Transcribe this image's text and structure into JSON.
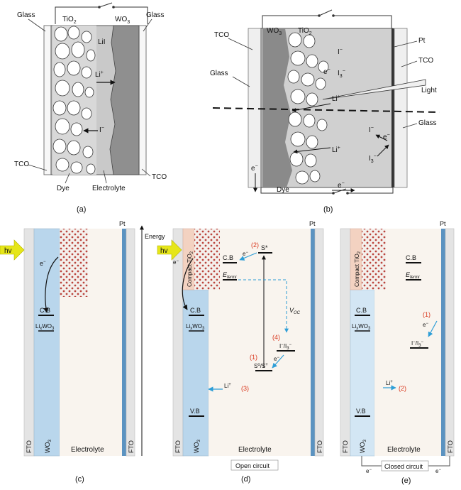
{
  "panel_a": {
    "caption": "(a)",
    "glass_left": "Glass",
    "glass_right": "Glass",
    "tio2": "TiO",
    "tio2_sub": "2",
    "wo3": "WO",
    "wo3_sub": "3",
    "lii": "LiI",
    "li_plus": "Li",
    "li_plus_sup": "+",
    "i_minus": "I",
    "i_minus_sup": "−",
    "tco_left": "TCO",
    "tco_right": "TCO",
    "dye": "Dye",
    "electrolyte": "Electrolyte"
  },
  "panel_b": {
    "caption": "(b)",
    "tco_top": "TCO",
    "wo3": "WO",
    "wo3_sub": "3",
    "tio2": "TiO",
    "tio2_sub": "2",
    "pt": "Pt",
    "tco_right": "TCO",
    "glass_left": "Glass",
    "glass_right": "Glass",
    "light": "Light",
    "i_minus": "I",
    "i_minus_sup": "−",
    "e_minus": "e",
    "e_minus_sup": "−",
    "i3": "I",
    "i3_sub": "3",
    "i3_sup": "−",
    "li_plus": "Li",
    "li_plus_sup": "+",
    "dye": "Dye"
  },
  "panel_c": {
    "caption": "(c)",
    "hv": "hv",
    "e_minus": "e",
    "e_minus_sup": "−",
    "cb": "C.B",
    "lixwo3": "Li",
    "lixwo3_sub": "x",
    "lixwo3_rest": "WO",
    "lixwo3_sub2": "3",
    "pt": "Pt",
    "fto_left": "FTO",
    "wo3": "WO",
    "wo3_sub": "3",
    "electrolyte": "Electrolyte",
    "fto_right": "FTO",
    "energy": "Energy"
  },
  "panel_d": {
    "caption": "(d)",
    "hv": "hv",
    "compact_tio2": "Compact TiO",
    "compact_tio2_sub": "2",
    "e_minus": "e",
    "e_minus_sup": "−",
    "step2": "(2)",
    "s_star": "S*",
    "cb_top": "C.B",
    "e_fermi": "E",
    "e_fermi_sub": "fermi",
    "voc": "V",
    "voc_sub": "OC",
    "cb": "C.B",
    "lixwo3": "Li",
    "lixwo3_sub": "x",
    "lixwo3_rest": "WO",
    "lixwo3_sub2": "3",
    "step4": "(4)",
    "redox": "I",
    "redox_sup": "−",
    "redox_mid": "/I",
    "redox_sub": "3",
    "redox_sup2": "−",
    "step1": "(1)",
    "s_level": "S",
    "s_level_sup": "o",
    "s_level_mid": "/S",
    "s_level_sup2": "+",
    "li_plus": "Li",
    "li_plus_sup": "+",
    "step3": "(3)",
    "vb": "V.B",
    "pt": "Pt",
    "fto_left": "FTO",
    "wo3": "WO",
    "wo3_sub": "3",
    "electrolyte": "Electrolyte",
    "fto_right": "FTO",
    "open_circuit": "Open circuit"
  },
  "panel_e": {
    "caption": "(e)",
    "compact_tio2": "Compact TiO",
    "compact_tio2_sub": "2",
    "cb_top": "C.B",
    "e_fermi": "E",
    "e_fermi_sub": "fermi",
    "cb": "C.B",
    "lixwo3": "Li",
    "lixwo3_sub": "x",
    "lixwo3_rest": "WO",
    "lixwo3_sub2": "3",
    "step1": "(1)",
    "e_minus": "e",
    "e_minus_sup": "−",
    "redox": "I",
    "redox_sup": "−",
    "redox_mid": "/I",
    "redox_sub": "3",
    "redox_sup2": "−",
    "li_plus": "Li",
    "li_plus_sup": "+",
    "step2": "(2)",
    "vb": "V.B",
    "pt": "Pt",
    "fto_left": "FTO",
    "wo3": "WO",
    "wo3_sub": "3",
    "electrolyte": "Electrolyte",
    "fto_right": "FTO",
    "closed_circuit": "Closed circuit"
  },
  "colors": {
    "wo3_blue": "#b9d6ec",
    "wo3_light": "#d3e6f4",
    "electrolyte": "#f9f4ee",
    "fto": "#e4e4e4",
    "pt_blue": "#5b93c1",
    "tio2_pink": "#f3d2c1",
    "accent_red": "#d9381e",
    "arrow_blue": "#2e9ed7",
    "hv_yellow": "#e6e619"
  }
}
